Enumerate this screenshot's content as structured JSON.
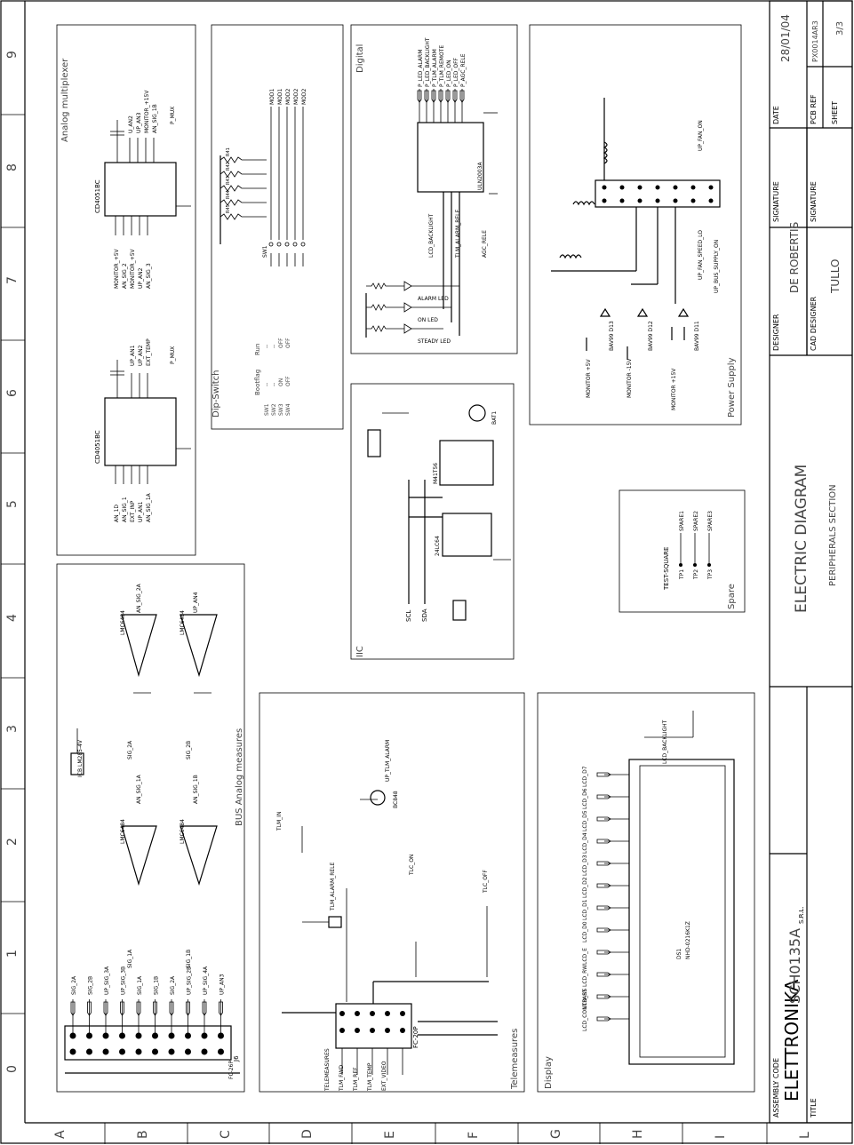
{
  "title_block": {
    "company": "ELETTRONIKA",
    "company_suffix": "S.R.L.",
    "assembly_code_label": "ASSEMBLY CODE",
    "assembly_code": "SCH0135A",
    "title_label": "TITLE",
    "title": "ELECTRIC DIAGRAM",
    "subtitle": "PERIPHERALS SECTION",
    "designer_label": "DESIGNER",
    "designer": "DE ROBERTIS",
    "cad_designer_label": "CAD DESIGNER",
    "cad_designer": "TULLO",
    "signature_label": "SIGNATURE",
    "date_label": "DATE",
    "date": "28/01/04",
    "pcb_ref_label": "PCB REF",
    "pcb_ref": "PX0014AR3",
    "sheet_label": "SHEET",
    "sheet": "3/3"
  },
  "border": {
    "rows": [
      "A",
      "B",
      "C",
      "D",
      "E",
      "F",
      "G",
      "H",
      "I",
      "L"
    ],
    "cols": [
      "0",
      "1",
      "2",
      "3",
      "4",
      "5",
      "6",
      "7",
      "8",
      "9"
    ]
  },
  "sections": {
    "analog_multiplexer": "Analog multiplexer",
    "dip_switch": "Dip-Switch",
    "digital": "Digital",
    "power_supply": "Power Supply",
    "bus_analog": "BUS Analog measures",
    "iic": "IIC",
    "spare": "Spare",
    "telemeasures": "Telemeasures",
    "display": "Display"
  },
  "mux": {
    "chip": "CD4051BC",
    "left_pins": [
      "MONITOR_+5V",
      "AN_SIG_2",
      "MONITOR_+5V",
      "UP_AN2",
      "AN_SIG_3"
    ],
    "top_pins": [
      "U_AN2",
      "UP_AN3",
      "MONITOR_+15V",
      "AN_SIG_1B"
    ],
    "out": "P_MUX",
    "left_pins2": [
      "AN_1D",
      "AN_SIG_1",
      "EXT_INP",
      "UP_AN1",
      "AN_SIG_1A"
    ],
    "top_pins2": [
      "UP_AN1",
      "UP_AN2",
      "EXT_TEMP"
    ],
    "out2": "P_MUX"
  },
  "dip": {
    "resistors": [
      "R41",
      "R42",
      "R43",
      "R44",
      "R45"
    ],
    "nets": [
      "MOD1",
      "MOD1",
      "MOD2",
      "MOD2",
      "MOD2"
    ],
    "switch": "SW1",
    "legend_title": "Run",
    "legend_rows": [
      {
        "sw": "SW1",
        "boot": "--",
        "run": "--"
      },
      {
        "sw": "SW2",
        "boot": "--",
        "run": "--"
      },
      {
        "sw": "SW3",
        "boot": "ON",
        "run": "OFF"
      },
      {
        "sw": "SW4",
        "boot": "OFF",
        "run": "OFF"
      }
    ],
    "legend_boot": "Bootflag"
  },
  "digital": {
    "chip": "ULN2003A",
    "inputs": [
      "P_LED_ALARM",
      "P_LED_BACKLIGHT",
      "P_TLM_ALARM",
      "P_TLM_REMOTE",
      "P_LED_ON",
      "P_LED_OFF",
      "P_AGC_RELE"
    ],
    "outputs": [
      "LCD_BACKLIGHT",
      "TLM_ALARM_RELE",
      "AGC_RELE"
    ],
    "leds": [
      "ALARM LED",
      "ON LED",
      "STEADY LED"
    ]
  },
  "power": {
    "labels": [
      "MONITOR +5V",
      "MONITOR -15V",
      "MONITOR +15V"
    ],
    "diodes": [
      "BAV99 D13",
      "BAV99 D12",
      "BAV99 D11"
    ],
    "outs": [
      "UP_FAN_ON",
      "UP_FAN_SPEED_LO",
      "UP_BUS_SUPPLY_ON"
    ]
  },
  "bus_analog": {
    "connector": "J6",
    "connector_label": "FC-26P",
    "pins": [
      "SIG_2A",
      "SIG_2B",
      "UP_SIG_3A",
      "UP_SIG_3B",
      "SIG_1A",
      "SIG_1B",
      "SIG_2A",
      "UP_SIG_2B",
      "UP_SIG_4A",
      "UP_AN3"
    ],
    "opamps": [
      "LMC6484",
      "LMC6484",
      "LMC6484",
      "LMC6484"
    ],
    "opamp_outs": [
      "AN_SIG_2A",
      "UP_AN4",
      "AN_SIG_1A",
      "AN_SIG_1B"
    ],
    "opamp_ins": [
      "SIG_2A",
      "SIG_2B",
      "SIG_1A",
      "SIG_1B"
    ],
    "ref": "ICB LM285-4V"
  },
  "iic": {
    "chip1": "M41T56",
    "chip2": "24LC64",
    "nets": [
      "SCL",
      "SDA"
    ],
    "battery": "BAT1"
  },
  "spare": {
    "heading": "TEST-SQUARE",
    "items": [
      {
        "tp": "TP1",
        "net": "SPARE1"
      },
      {
        "tp": "TP2",
        "net": "SPARE2"
      },
      {
        "tp": "TP3",
        "net": "SPARE3"
      }
    ]
  },
  "telemeasures": {
    "connector_label": "FC-20P",
    "pins": [
      "TELEMEASURES",
      "TLM_FWD",
      "TLM_REF",
      "TLM_TEMP",
      "EXT_VIDEO"
    ],
    "signals": [
      "TLM_IN",
      "UP_TLM_ALARM",
      "TLC_ON",
      "TLC_OFF",
      "TLM_ALARM_RELE"
    ],
    "transistor": "BC848"
  },
  "display": {
    "module": "NHD-0216K1Z",
    "ds": "DS1",
    "backlight": "LCD_BACKLIGHT",
    "pins": [
      "LCD_D7",
      "LCD_D6",
      "LCD_D5",
      "LCD_D4",
      "LCD_D3",
      "LCD_D2",
      "LCD_D1",
      "LCD_D0",
      "LCD_E",
      "LCD_RW",
      "LCD_RS",
      "LCD_CONTRAST"
    ]
  }
}
